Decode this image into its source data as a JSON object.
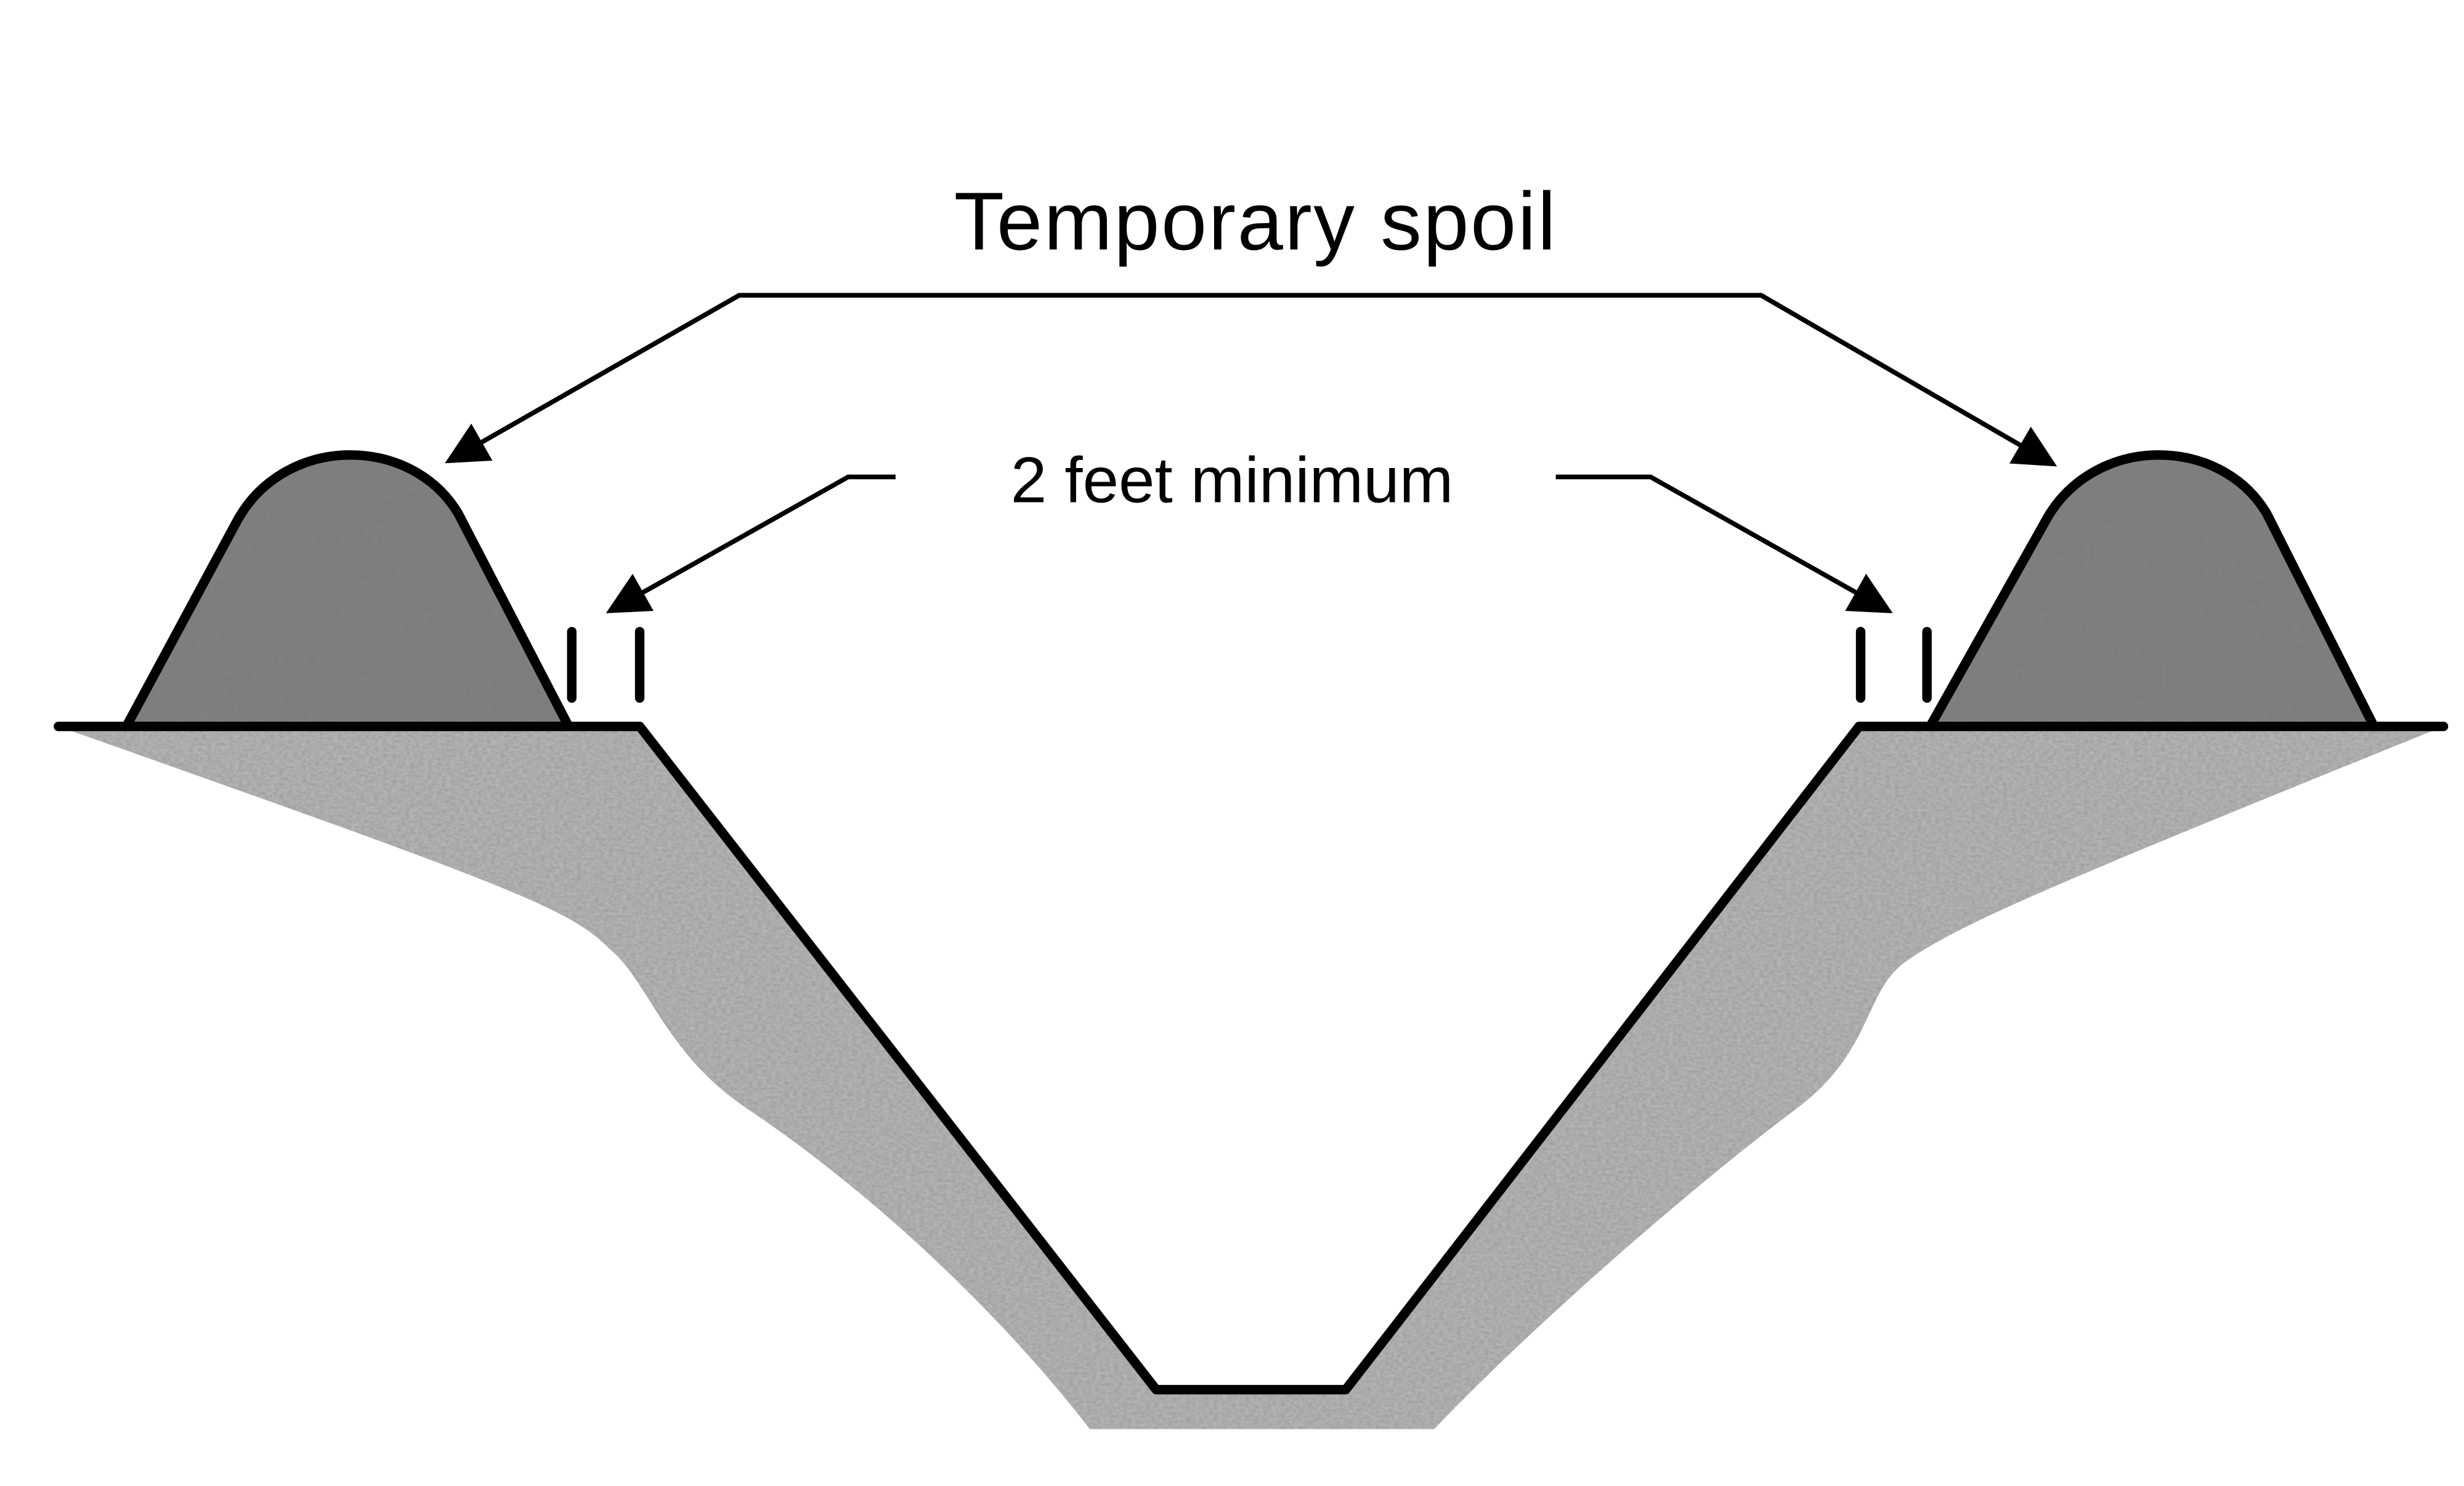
{
  "diagram": {
    "title": "Trench cross-section with temporary spoil piles",
    "labels": {
      "spoil": "Temporary spoil",
      "setback": "2 feet minimum"
    },
    "colors": {
      "spoil_fill": "#6e6e6e",
      "ground_fill": "#9a9a9a",
      "outline": "#000000",
      "background": "#ffffff"
    }
  }
}
